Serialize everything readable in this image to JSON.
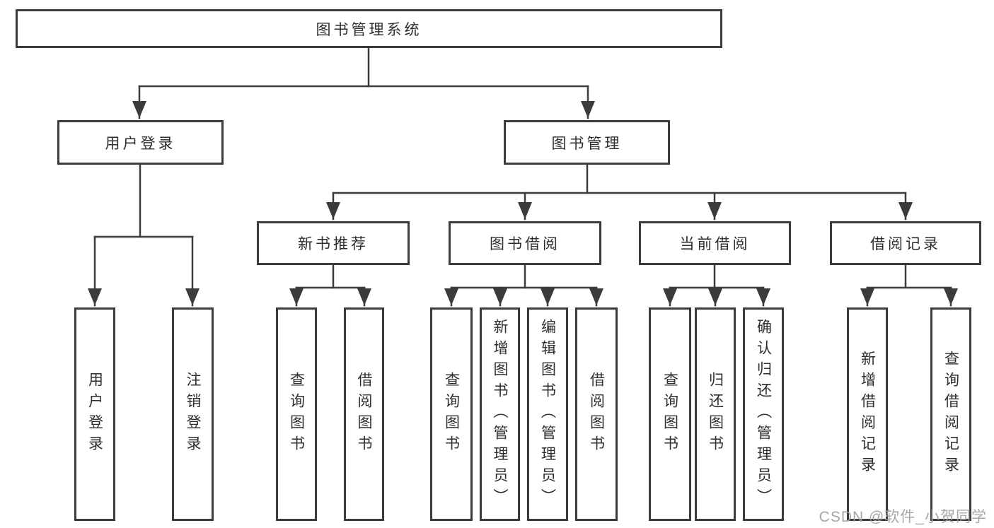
{
  "tree": {
    "root": "图书管理系统",
    "login": {
      "label": "用户登录",
      "leaves": [
        "用户登录",
        "注销登录"
      ]
    },
    "mgmt": {
      "label": "图书管理",
      "groups": [
        {
          "label": "新书推荐",
          "leaves": [
            "查询图书",
            "借阅图书"
          ]
        },
        {
          "label": "图书借阅",
          "leaves": [
            "查询图书",
            "新增图书（管理员）",
            "编辑图书（管理员）",
            "借阅图书"
          ]
        },
        {
          "label": "当前借阅",
          "leaves": [
            "查询图书",
            "归还图书",
            "确认归还（管理员）"
          ]
        },
        {
          "label": "借阅记录",
          "leaves": [
            "新增借阅记录",
            "查询借阅记录"
          ]
        }
      ]
    }
  },
  "watermark": "CSDN @软件_小贺同学",
  "colors": {
    "line": "#3b3b3b",
    "border": "#3b3b3b",
    "text": "#2e2e2e",
    "watermark": "#9e9e9e",
    "background": "#ffffff"
  }
}
